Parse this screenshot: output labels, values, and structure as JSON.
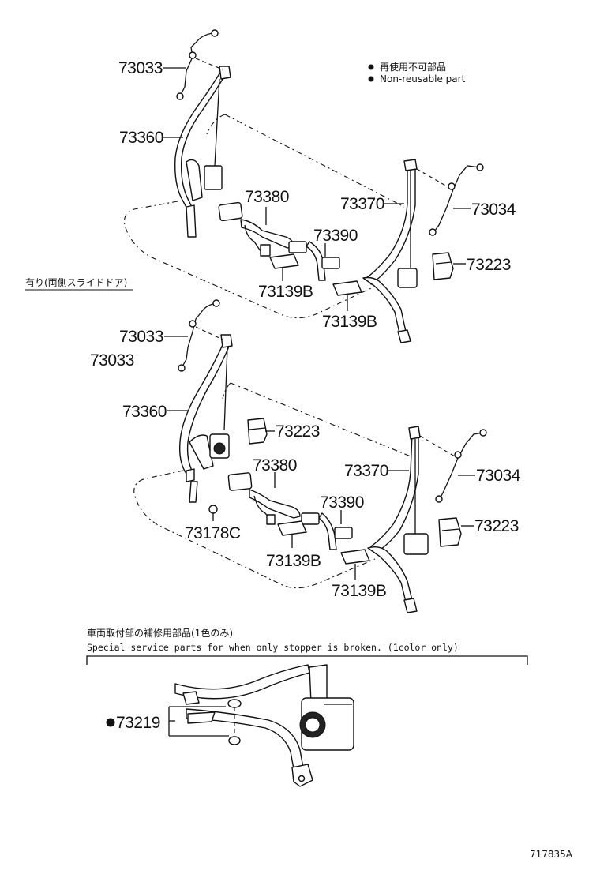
{
  "legend": {
    "marker": "●",
    "line_ja": "再使用不可部品",
    "line_en": "Non-reusable part"
  },
  "upper_section": {
    "labels": [
      "73033",
      "73360",
      "73380",
      "73370",
      "73034",
      "73390",
      "73223",
      "73139B",
      "73139B"
    ]
  },
  "variant_note": "有り(両側スライドドア)",
  "lower_section": {
    "labels": [
      "73033",
      "73033",
      "73360",
      "73223",
      "73380",
      "73370",
      "73034",
      "73390",
      "73223",
      "73178C",
      "73139B",
      "73139B"
    ]
  },
  "service_note": {
    "line_ja": "車両取付部の補修用部品(1色のみ)",
    "line_en": "Special service parts for when only stopper is broken. (1color only)"
  },
  "service_part": {
    "marker": "●",
    "number": "73219"
  },
  "figure_id": "717835A"
}
